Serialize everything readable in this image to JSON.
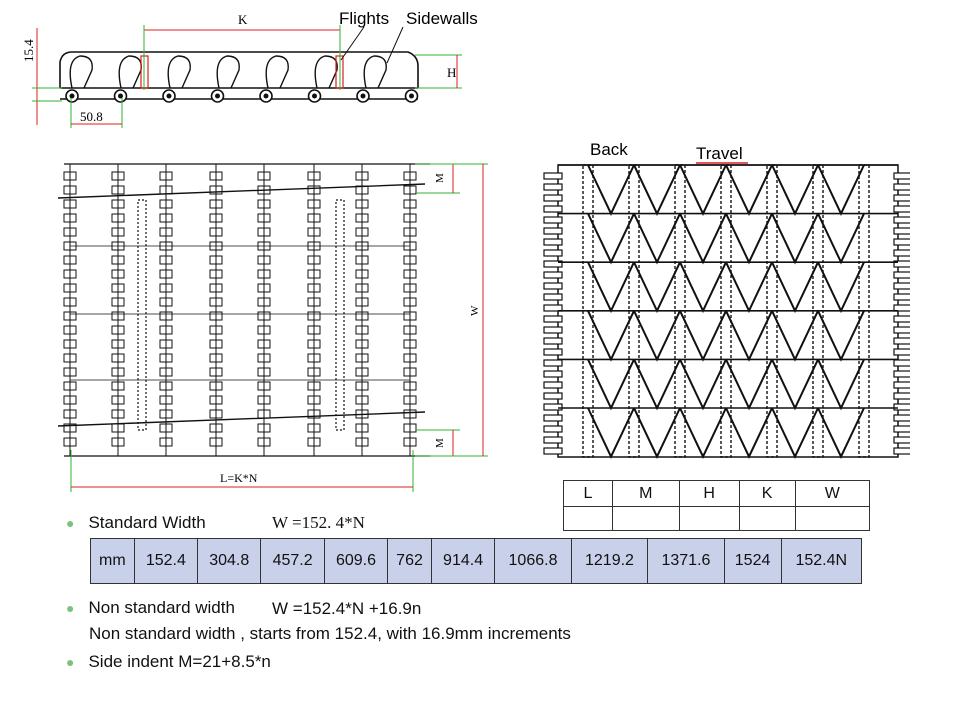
{
  "side_view": {
    "dim_k": "K",
    "dim_h": "H",
    "dim_thickness": "15.4",
    "dim_pitch": "50.8",
    "label_flights": "Flights",
    "label_sidewalls": "Sidewalls"
  },
  "top_view": {
    "dim_m_top": "M",
    "dim_m_bottom": "M",
    "dim_w": "W",
    "dim_length": "L=K*N"
  },
  "back_view": {
    "label_back": "Back",
    "label_travel": "Travel"
  },
  "param_table": {
    "headers": [
      "L",
      "M",
      "H",
      "K",
      "W"
    ],
    "values": [
      "",
      "",
      "",
      "",
      ""
    ]
  },
  "standard_width": {
    "label": "Standard Width",
    "formula": "W =152. 4*N"
  },
  "width_table": {
    "unit": "mm",
    "values": [
      "152.4",
      "304.8",
      "457.2",
      "609.6",
      "762",
      "914.4",
      "1066.8",
      "1219.2",
      "1371.6",
      "1524",
      "152.4N"
    ]
  },
  "non_standard": {
    "label": "Non standard width",
    "formula": "W =152.4*N  +16.9n",
    "note": "Non standard width , starts from 152.4, with 16.9mm increments"
  },
  "side_indent": {
    "label": "Side indent M=21+8.5*n"
  },
  "colors": {
    "dim_line": "#d82020",
    "ext_line": "#30b030",
    "bullet": "#7cc27c",
    "table_fill": "#c9d0ea"
  }
}
